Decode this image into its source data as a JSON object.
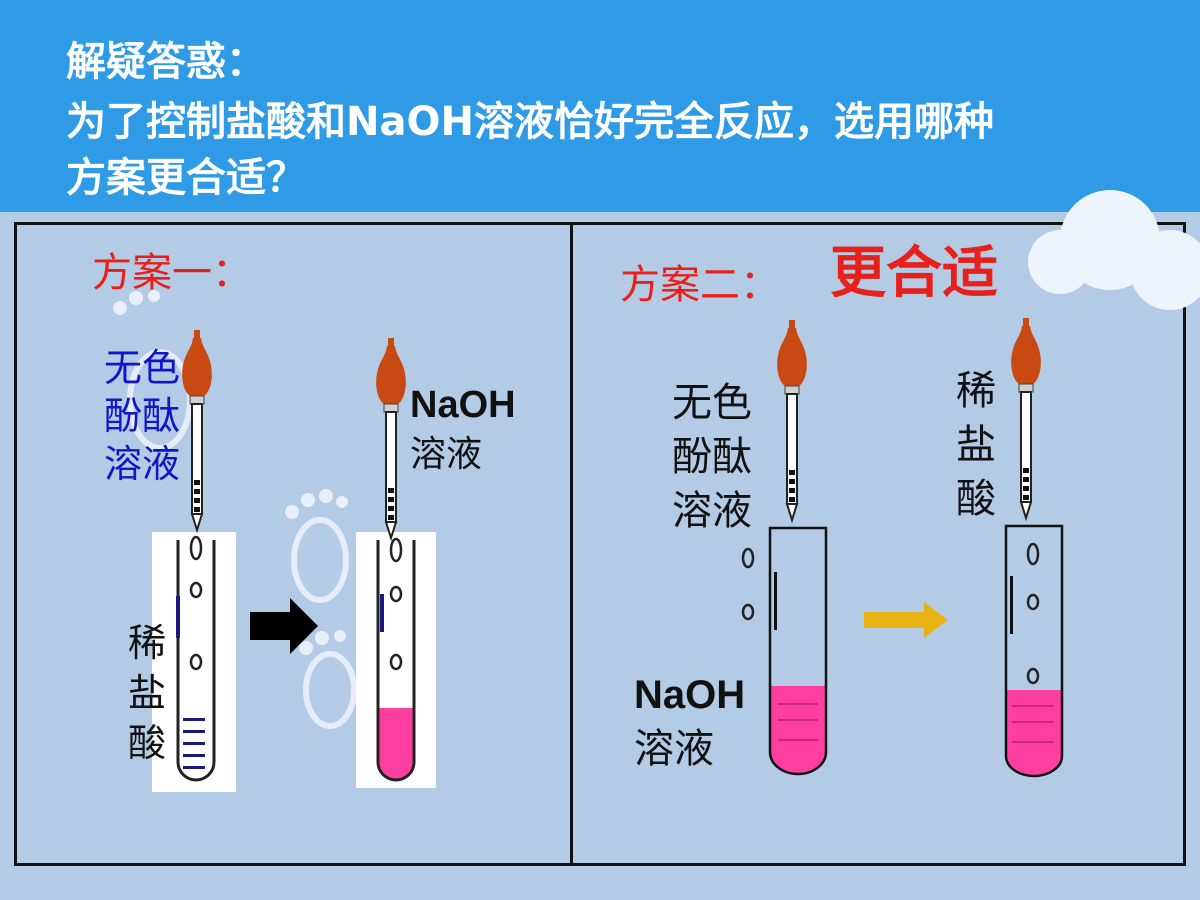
{
  "header": {
    "title": "解疑答惑：",
    "question_line1": "为了控制盐酸和NaOH溶液恰好完全反应，选用哪种",
    "question_line2": "方案更合适？"
  },
  "plan1": {
    "title": "方案一：",
    "dropper1_label": [
      "无色",
      "酚酞",
      "溶液"
    ],
    "tube1_label": [
      "稀",
      "盐",
      "酸"
    ],
    "dropper2_label": [
      "NaOH",
      "溶液"
    ]
  },
  "plan2": {
    "title": "方案二：",
    "verdict": "更合适",
    "dropper1_label": [
      "无色",
      "酚酞",
      "溶液"
    ],
    "tube1_label": [
      "NaOH",
      "溶液"
    ],
    "dropper2_label": [
      "稀",
      "盐",
      "酸"
    ]
  },
  "colors": {
    "header_bg": "#2f9ae6",
    "slide_bg": "#b4cbe6",
    "pink_solution": "#ff3fa0",
    "dropper_bulb": "#c84a12",
    "arrow_black": "#000000",
    "arrow_gold": "#e8b414"
  },
  "icons": [
    "dropper-icon",
    "test-tube-icon",
    "arrow-right-icon"
  ]
}
